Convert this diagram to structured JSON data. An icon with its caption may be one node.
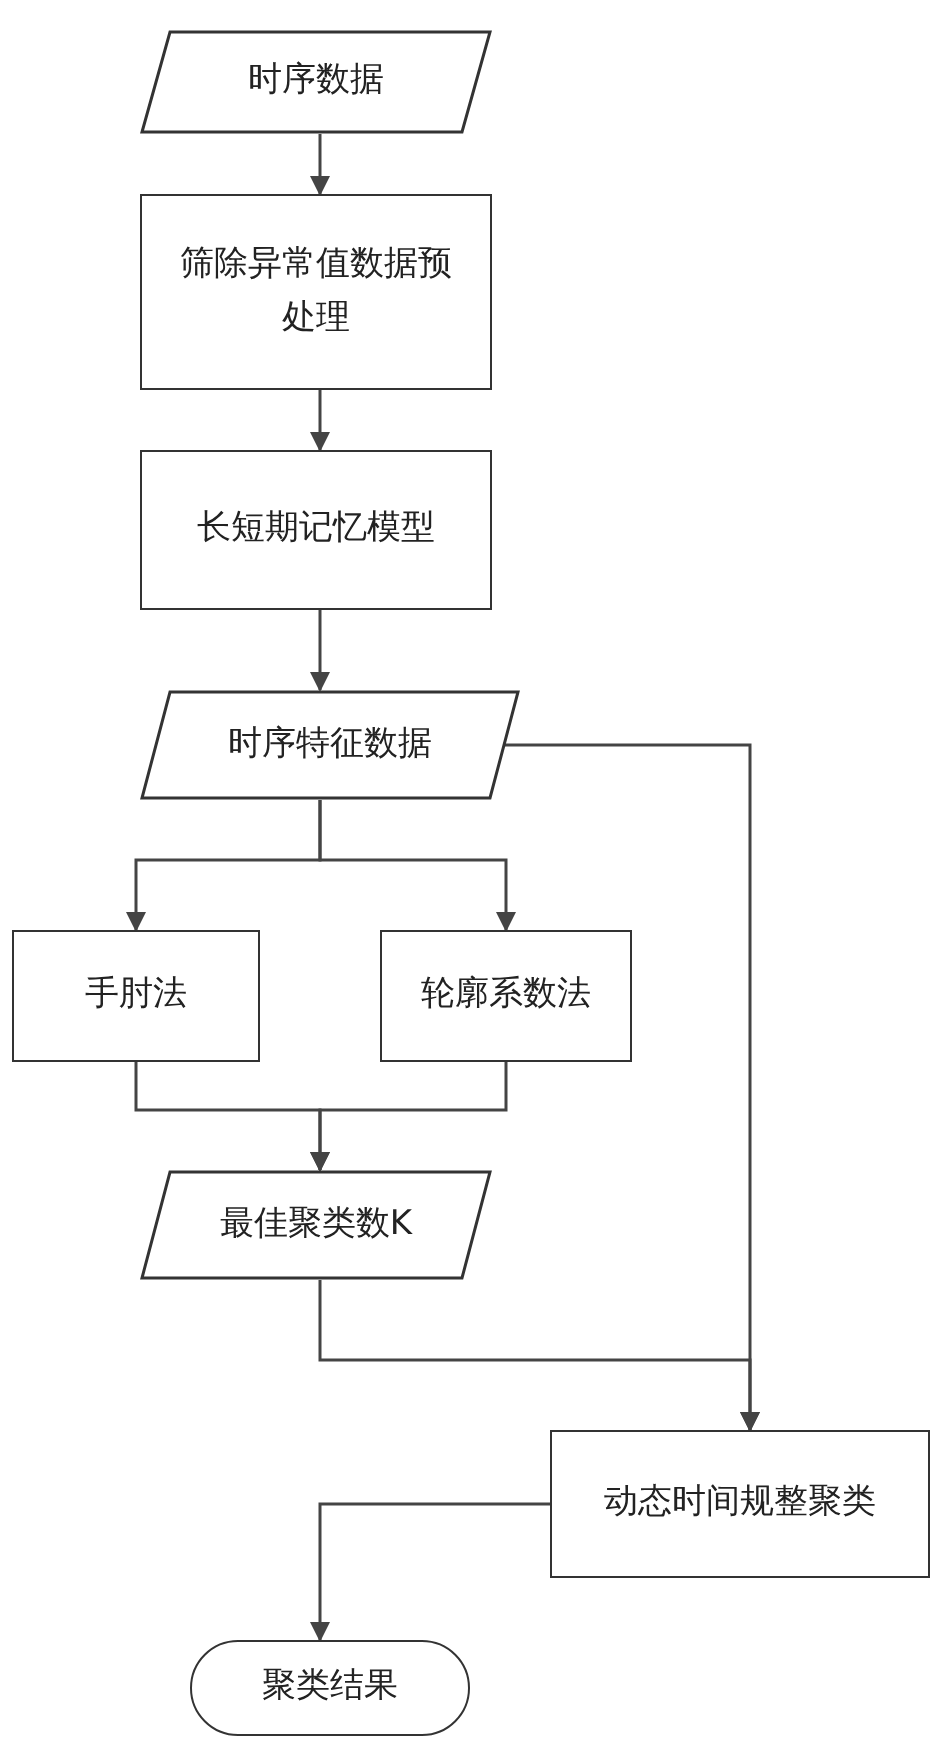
{
  "diagram": {
    "nodes": [
      {
        "text": [
          "时序数据"
        ]
      },
      {
        "text": [
          "筛除异常值数据预处理"
        ]
      },
      {
        "text": [
          "长短期记忆模型"
        ]
      },
      {
        "text": [
          "时序特征数据"
        ]
      },
      {
        "text": [
          "手肘法"
        ]
      },
      {
        "text": [
          "轮廓系数法"
        ]
      },
      {
        "text": [
          "最佳聚类数K"
        ]
      },
      {
        "text": [
          "动态时间规整聚类"
        ]
      },
      {
        "text": [
          "聚类结果"
        ]
      }
    ],
    "edges": [
      {
        "from": 0,
        "to": 1,
        "arrow": "to"
      },
      {
        "from": 1,
        "to": 2,
        "arrow": "to"
      },
      {
        "from": 2,
        "to": 3,
        "arrow": "to"
      },
      {
        "from": 3,
        "to": 4,
        "arrow": "to"
      },
      {
        "from": 3,
        "to": 5,
        "arrow": "to"
      },
      {
        "from": 4,
        "to": 6,
        "arrow": "to"
      },
      {
        "from": 5,
        "to": 6,
        "arrow": "to"
      },
      {
        "from": 3,
        "to": 7,
        "arrow": "to"
      },
      {
        "from": 6,
        "to": 7,
        "arrow": "to"
      },
      {
        "from": 7,
        "to": 8,
        "arrow": "to"
      }
    ]
  }
}
